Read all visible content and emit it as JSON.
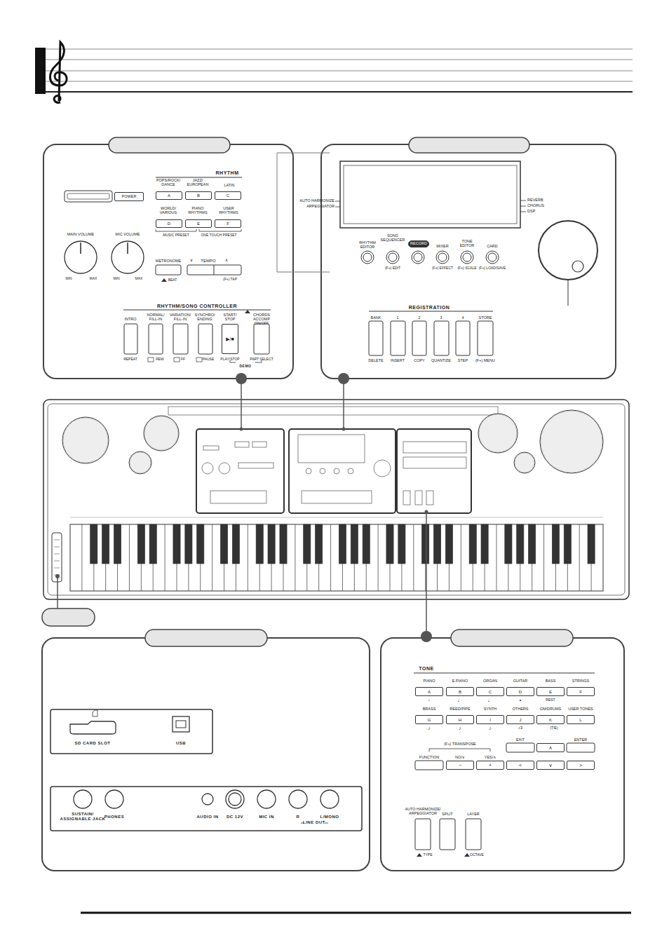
{
  "diagram": {
    "nodes": [
      {
        "text": [
          "POWER"
        ]
      },
      {
        "text": [
          "A"
        ]
      },
      {
        "text": [
          "B"
        ]
      },
      {
        "text": [
          "C"
        ]
      },
      {
        "text": [
          "D"
        ]
      },
      {
        "text": [
          "E"
        ]
      },
      {
        "text": [
          "F"
        ]
      },
      {
        "text": [
          "▶/■"
        ]
      },
      {
        "text": [
          "RECORD"
        ]
      },
      {
        "text": [
          "A"
        ]
      },
      {
        "text": [
          "B"
        ]
      },
      {
        "text": [
          "C"
        ]
      },
      {
        "text": [
          "D"
        ]
      },
      {
        "text": [
          "E"
        ]
      },
      {
        "text": [
          "F"
        ]
      },
      {
        "text": [
          "G"
        ]
      },
      {
        "text": [
          "H"
        ]
      },
      {
        "text": [
          "I"
        ]
      },
      {
        "text": [
          "J"
        ]
      },
      {
        "text": [
          "K"
        ]
      },
      {
        "text": [
          "L"
        ]
      },
      {
        "text": [
          "−"
        ]
      },
      {
        "text": [
          "+"
        ]
      },
      {
        "text": [
          "∧"
        ]
      },
      {
        "text": [
          "<"
        ]
      },
      {
        "text": [
          "∨"
        ]
      },
      {
        "text": [
          ">"
        ]
      }
    ],
    "labels": [
      "RHYTHM",
      "POPS/ROCK/ DANCE",
      "JAZZ/ EUROPEAN",
      "LATIN",
      "WORLD/ VARIOUS",
      "PIANO RHYTHMS",
      "USER RHYTHMS",
      "MUSIC PRESET",
      "ONE TOUCH PRESET",
      "MAIN VOLUME",
      "MIC VOLUME",
      "MIN",
      "MAX",
      "MIN",
      "MAX",
      "METRONOME",
      "BEAT",
      "TEMPO",
      "∨",
      "∧",
      "(F+) TAP",
      "RHYTHM/SONG CONTROLLER",
      "INTRO",
      "NORMAL/ FILL-IN",
      "VARIATION/ FILL-IN",
      "SYNCHRO/ ENDING",
      "START/ STOP",
      "CHORDS ACCOMP ON/OFF",
      "REPEAT",
      "REW",
      "FF",
      "PAUSE",
      "PLAY/STOP",
      "PART SELECT",
      "DEMO",
      "AUTO HARMONIZE",
      "ARPEGGIATOR",
      "REVERB",
      "CHORUS",
      "DSP",
      "RHYTHM EDITOR",
      "SONG SEQUENCER",
      "MIXER",
      "TONE EDITOR",
      "CARD",
      "(F+) EDIT",
      "(F+) EFFECT",
      "(F+) SCALE",
      "(F+) LOAD/SAVE",
      "REGISTRATION",
      "BANK",
      "1",
      "2",
      "3",
      "4",
      "STORE",
      "DELETE",
      "INSERT",
      "COPY",
      "QUANTIZE",
      "STEP",
      "(F+) MENU",
      "SD CARD SLOT",
      "USB",
      "SUSTAIN/ ASSIGNABLE JACK",
      "PHONES",
      "AUDIO IN",
      "DC 12V",
      "MIC IN",
      "R",
      "L/MONO",
      "LINE OUT",
      "TONE",
      "PIANO",
      "E.PIANO",
      "ORGAN",
      "GUITAR",
      "BASS",
      "STRINGS",
      "◦",
      "♩",
      "♩",
      "•",
      "REST",
      "BRASS",
      "REED/PIPE",
      "SYNTH",
      "OTHERS",
      "GM/DRUMS",
      "USER TONES",
      "♪",
      "♪",
      "♪",
      "♪3",
      "(TIE)",
      "(F+) TRANSPOSE",
      "FUNCTION",
      "NO/∨",
      "YES/∧",
      "EXIT",
      "ENTER",
      "AUTO HARMONIZE/ ARPEGGIATOR",
      "SPLIT",
      "LAYER",
      "TYPE",
      "OCTAVE"
    ]
  }
}
